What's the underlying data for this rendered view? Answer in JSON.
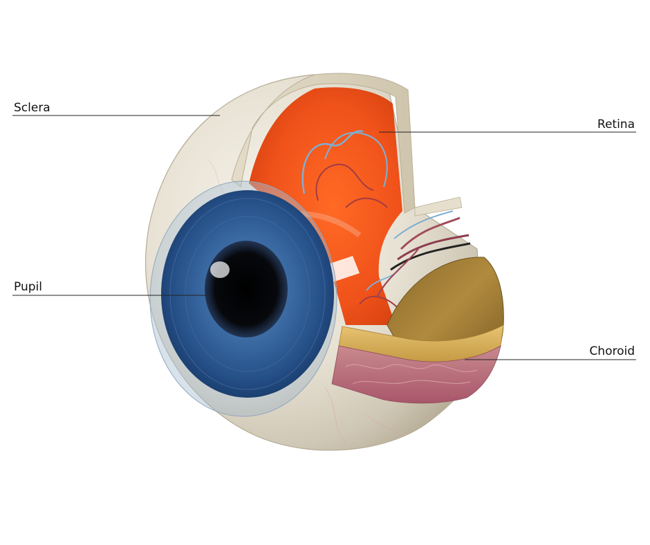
{
  "labels": {
    "sclera": "Sclera",
    "pupil": "Pupil",
    "retina": "Retina",
    "choroid": "Choroid"
  },
  "colors": {
    "sclera": "#ece7dc",
    "iris": "#2f5e95",
    "pupil": "#050608",
    "retina": "#f2551a",
    "choroid": "#b8863a",
    "choroid_vessels": "#c07080",
    "leader_line": "#222222"
  }
}
